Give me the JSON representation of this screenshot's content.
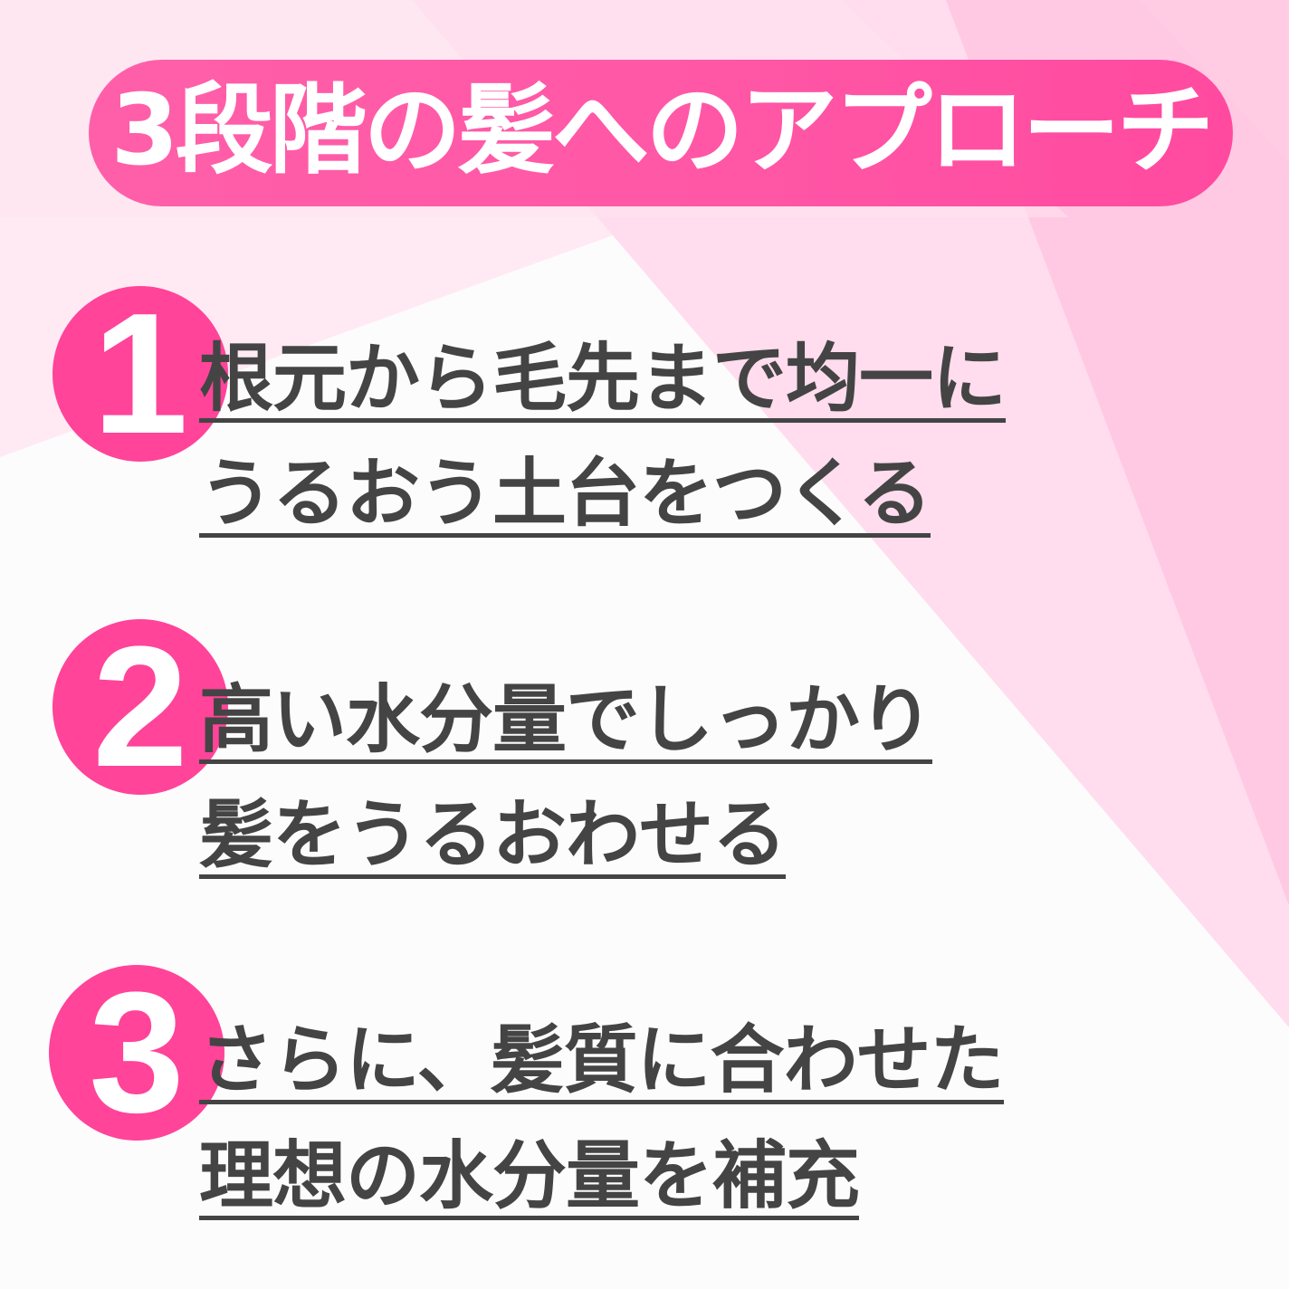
{
  "banner": {
    "title": "3段階の髪へのアプローチ"
  },
  "steps": [
    {
      "number": "1",
      "lines": [
        "根元から毛先まで均一に",
        "うるおう土台をつくる"
      ]
    },
    {
      "number": "2",
      "lines": [
        "高い水分量でしっかり",
        "髪をうるおわせる"
      ]
    },
    {
      "number": "3",
      "lines": [
        "さらに、髪質に合わせた",
        "理想の水分量を補充"
      ]
    }
  ],
  "colors": {
    "accent_pink": "#ff4499",
    "banner_pink": "#ff57a6",
    "text_dark": "#444444",
    "background": "#fdfcfd",
    "bg_tint_light": "#ffe9f2",
    "bg_tint_mid": "#ffd6ea",
    "bg_tint_deep": "#ffc6e1"
  }
}
